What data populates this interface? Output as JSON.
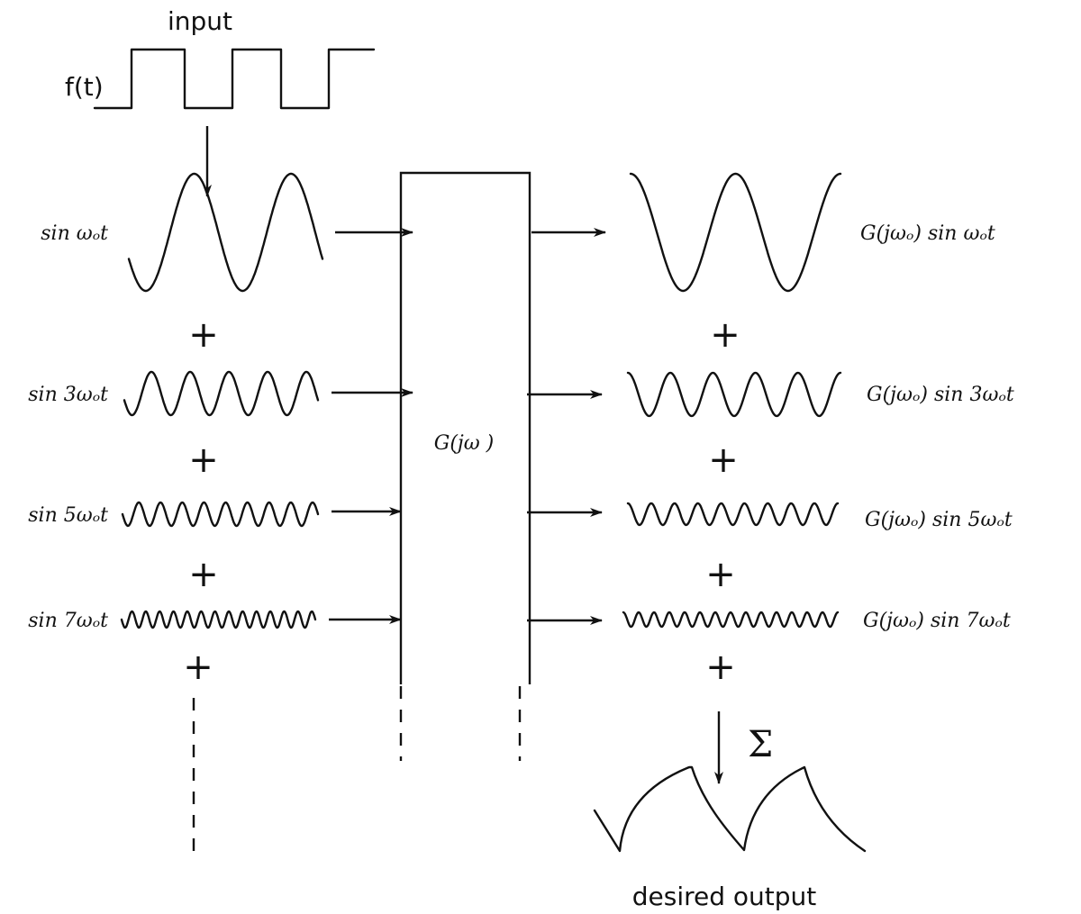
{
  "input": {
    "title": "input",
    "signal_label": "f(t)"
  },
  "system": {
    "block_label": "G(jω )"
  },
  "input_components": [
    {
      "label": "sin ωₒt",
      "cycles": 2
    },
    {
      "label": "sin 3ωₒt",
      "cycles": 5
    },
    {
      "label": "sin 5ωₒt",
      "cycles": 9
    },
    {
      "label": "sin 7ωₒt",
      "cycles": 14
    }
  ],
  "output_components": [
    {
      "label": "G(jωₒ) sin ωₒt",
      "cycles": 2
    },
    {
      "label": "G(jωₒ) sin 3ωₒt",
      "cycles": 5
    },
    {
      "label": "G(jωₒ) sin 5ωₒt",
      "cycles": 9
    },
    {
      "label": "G(jωₒ) sin 7ωₒt",
      "cycles": 14
    }
  ],
  "operators": {
    "plus": "+",
    "sum": "Σ"
  },
  "output": {
    "caption": "desired output"
  }
}
